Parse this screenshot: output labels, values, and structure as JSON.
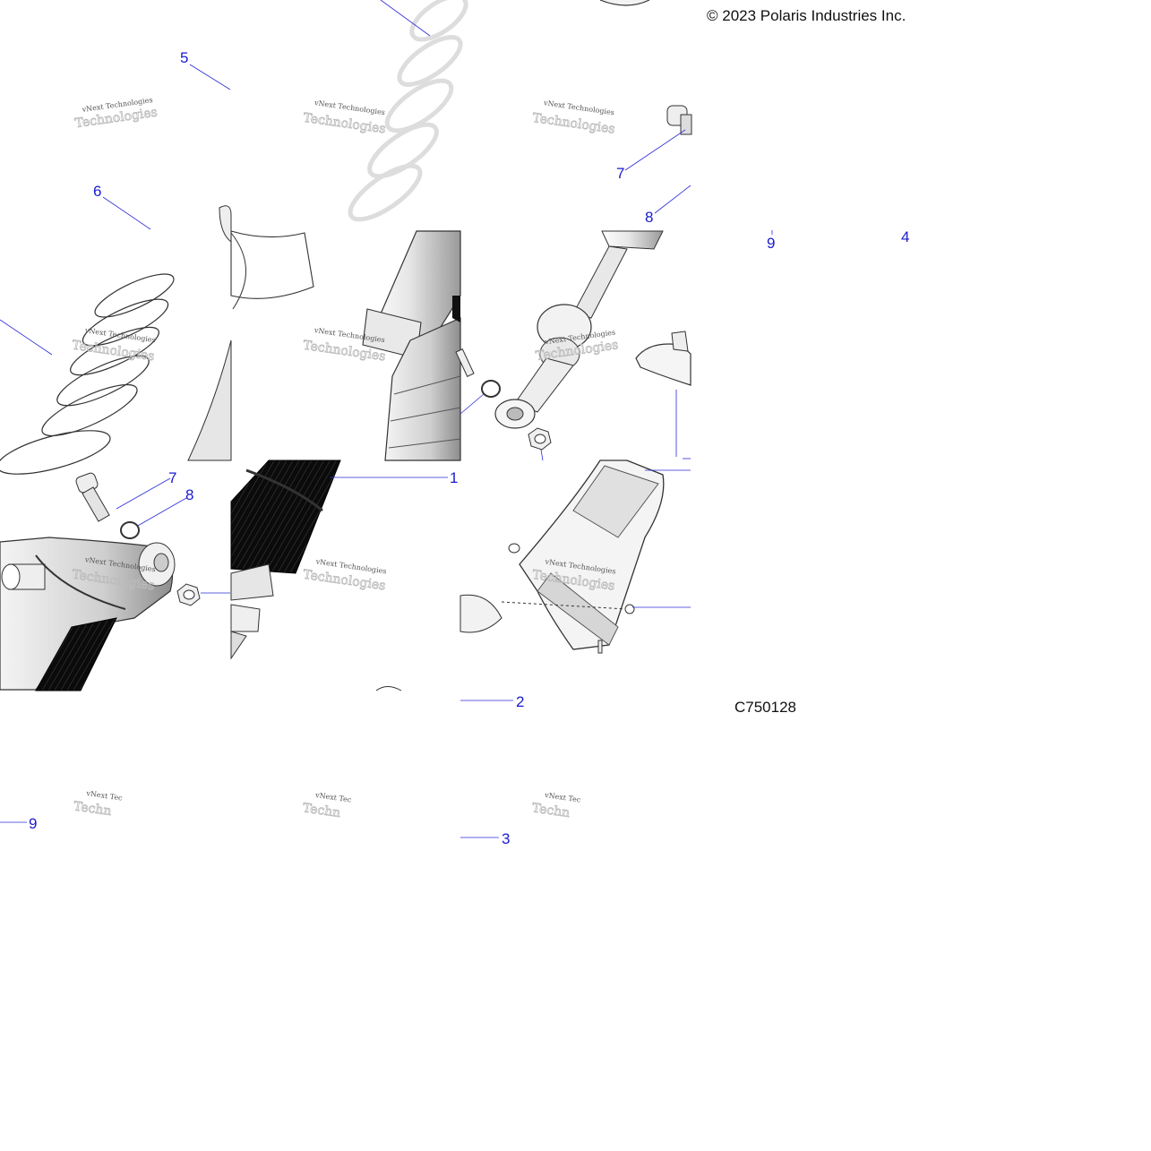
{
  "copyright": "© 2023 Polaris Industries Inc.",
  "figure_id": "C750128",
  "watermark": {
    "line1": "vNext Technologies",
    "line2": "Technologies",
    "short": "vNext Tec",
    "short2": "Techn"
  },
  "callouts": {
    "c1": "1",
    "c2": "2",
    "c3": "3",
    "c4": "4",
    "c5": "5",
    "c6": "6",
    "c7a": "7",
    "c7b": "7",
    "c8a": "8",
    "c8b": "8",
    "c9a": "9",
    "c9b": "9"
  },
  "colors": {
    "callout": "#1a1acc",
    "leader": "#2b2bd6",
    "spring_fill": "#f0f0f0",
    "body_fill": "#d9d9d9",
    "dark_fill": "#111111"
  }
}
